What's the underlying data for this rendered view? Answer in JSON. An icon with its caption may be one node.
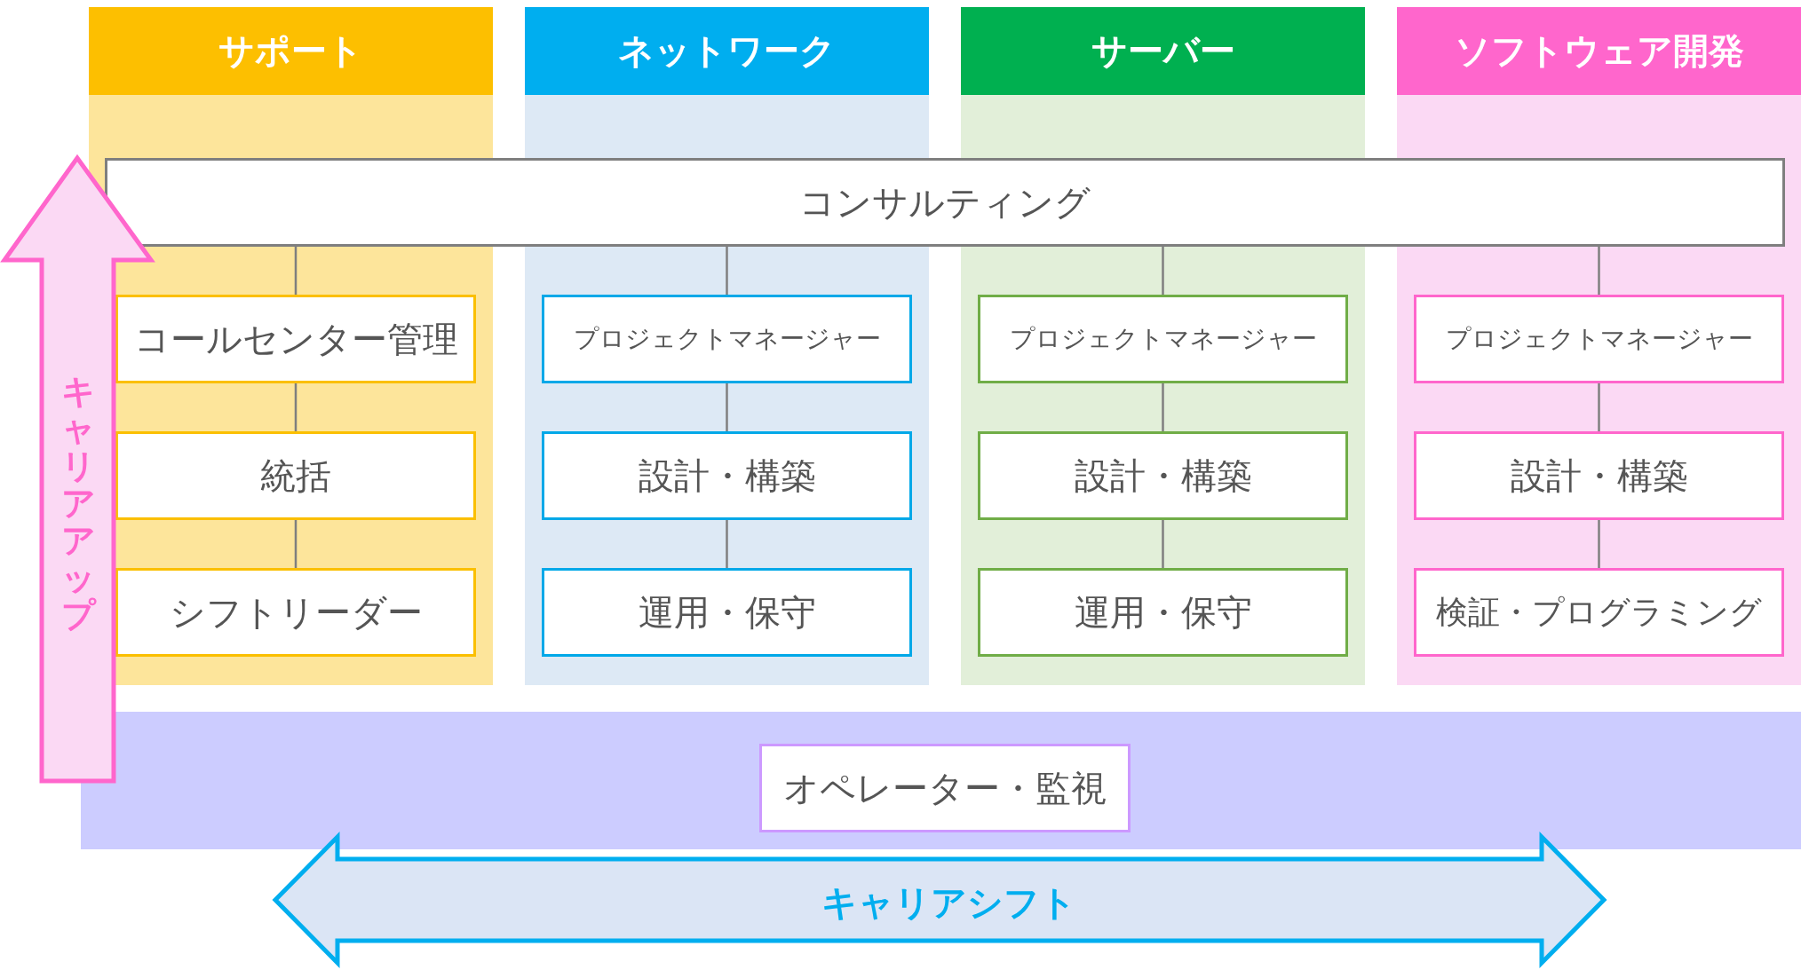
{
  "diagram": {
    "nodes": [
      {
        "text": [
          "サポート"
        ]
      },
      {
        "text": [
          "コールセンター管理"
        ],
        "in": 0
      },
      {
        "text": [
          "統括"
        ],
        "in": 0
      },
      {
        "text": [
          "シフトリーダー"
        ],
        "in": 0
      },
      {
        "text": [
          "ネットワーク"
        ]
      },
      {
        "text": [
          "プロジェクトマネージャー"
        ],
        "in": 4
      },
      {
        "text": [
          "設計・構築"
        ],
        "in": 4
      },
      {
        "text": [
          "運用・保守"
        ],
        "in": 4
      },
      {
        "text": [
          "サーバー"
        ]
      },
      {
        "text": [
          "プロジェクトマネージャー"
        ],
        "in": 8
      },
      {
        "text": [
          "設計・構築"
        ],
        "in": 8
      },
      {
        "text": [
          "運用・保守"
        ],
        "in": 8
      },
      {
        "text": [
          "ソフトウェア開発"
        ]
      },
      {
        "text": [
          "プロジェクトマネージャー"
        ],
        "in": 12
      },
      {
        "text": [
          "設計・構築"
        ],
        "in": 12
      },
      {
        "text": [
          "検証・プログラミング"
        ],
        "in": 12
      },
      {
        "text": [
          "コンサルティング"
        ]
      },
      {
        "text": [
          "オペレーター・監視"
        ]
      }
    ],
    "edges": [
      {
        "from": 16,
        "to": 1,
        "arrow": "none"
      },
      {
        "from": 1,
        "to": 2,
        "arrow": "none"
      },
      {
        "from": 2,
        "to": 3,
        "arrow": "none"
      },
      {
        "from": 16,
        "to": 5,
        "arrow": "none"
      },
      {
        "from": 5,
        "to": 6,
        "arrow": "none"
      },
      {
        "from": 6,
        "to": 7,
        "arrow": "none"
      },
      {
        "from": 16,
        "to": 9,
        "arrow": "none"
      },
      {
        "from": 9,
        "to": 10,
        "arrow": "none"
      },
      {
        "from": 10,
        "to": 11,
        "arrow": "none"
      },
      {
        "from": 16,
        "to": 13,
        "arrow": "none"
      },
      {
        "from": 13,
        "to": 14,
        "arrow": "none"
      },
      {
        "from": 14,
        "to": 15,
        "arrow": "none"
      }
    ],
    "labels": [
      "キャリアアップ",
      "キャリアシフト"
    ]
  }
}
